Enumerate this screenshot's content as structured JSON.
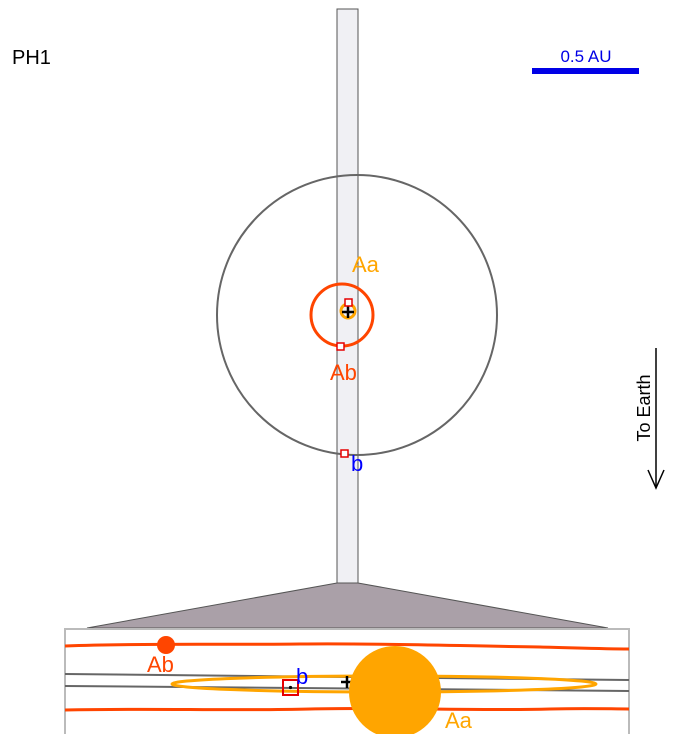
{
  "title": "PH1",
  "scale_bar": {
    "label": "0.5 AU",
    "color": "#0000e6"
  },
  "direction": {
    "label": "To Earth"
  },
  "colors": {
    "star_aa": "#ffa500",
    "star_ab": "#ff4500",
    "planet_b": "#0000ff",
    "orbit_b": "#666666",
    "marker": "#e60000",
    "strip_fill": "#f0f0f4",
    "strip_stroke": "#555555",
    "wedge_fill": "#aaa0a8"
  },
  "top_view": {
    "labels": {
      "aa": "Aa",
      "ab": "Ab",
      "b": "b"
    }
  },
  "bottom_view": {
    "labels": {
      "aa": "Aa",
      "ab": "Ab",
      "b": "b"
    }
  }
}
